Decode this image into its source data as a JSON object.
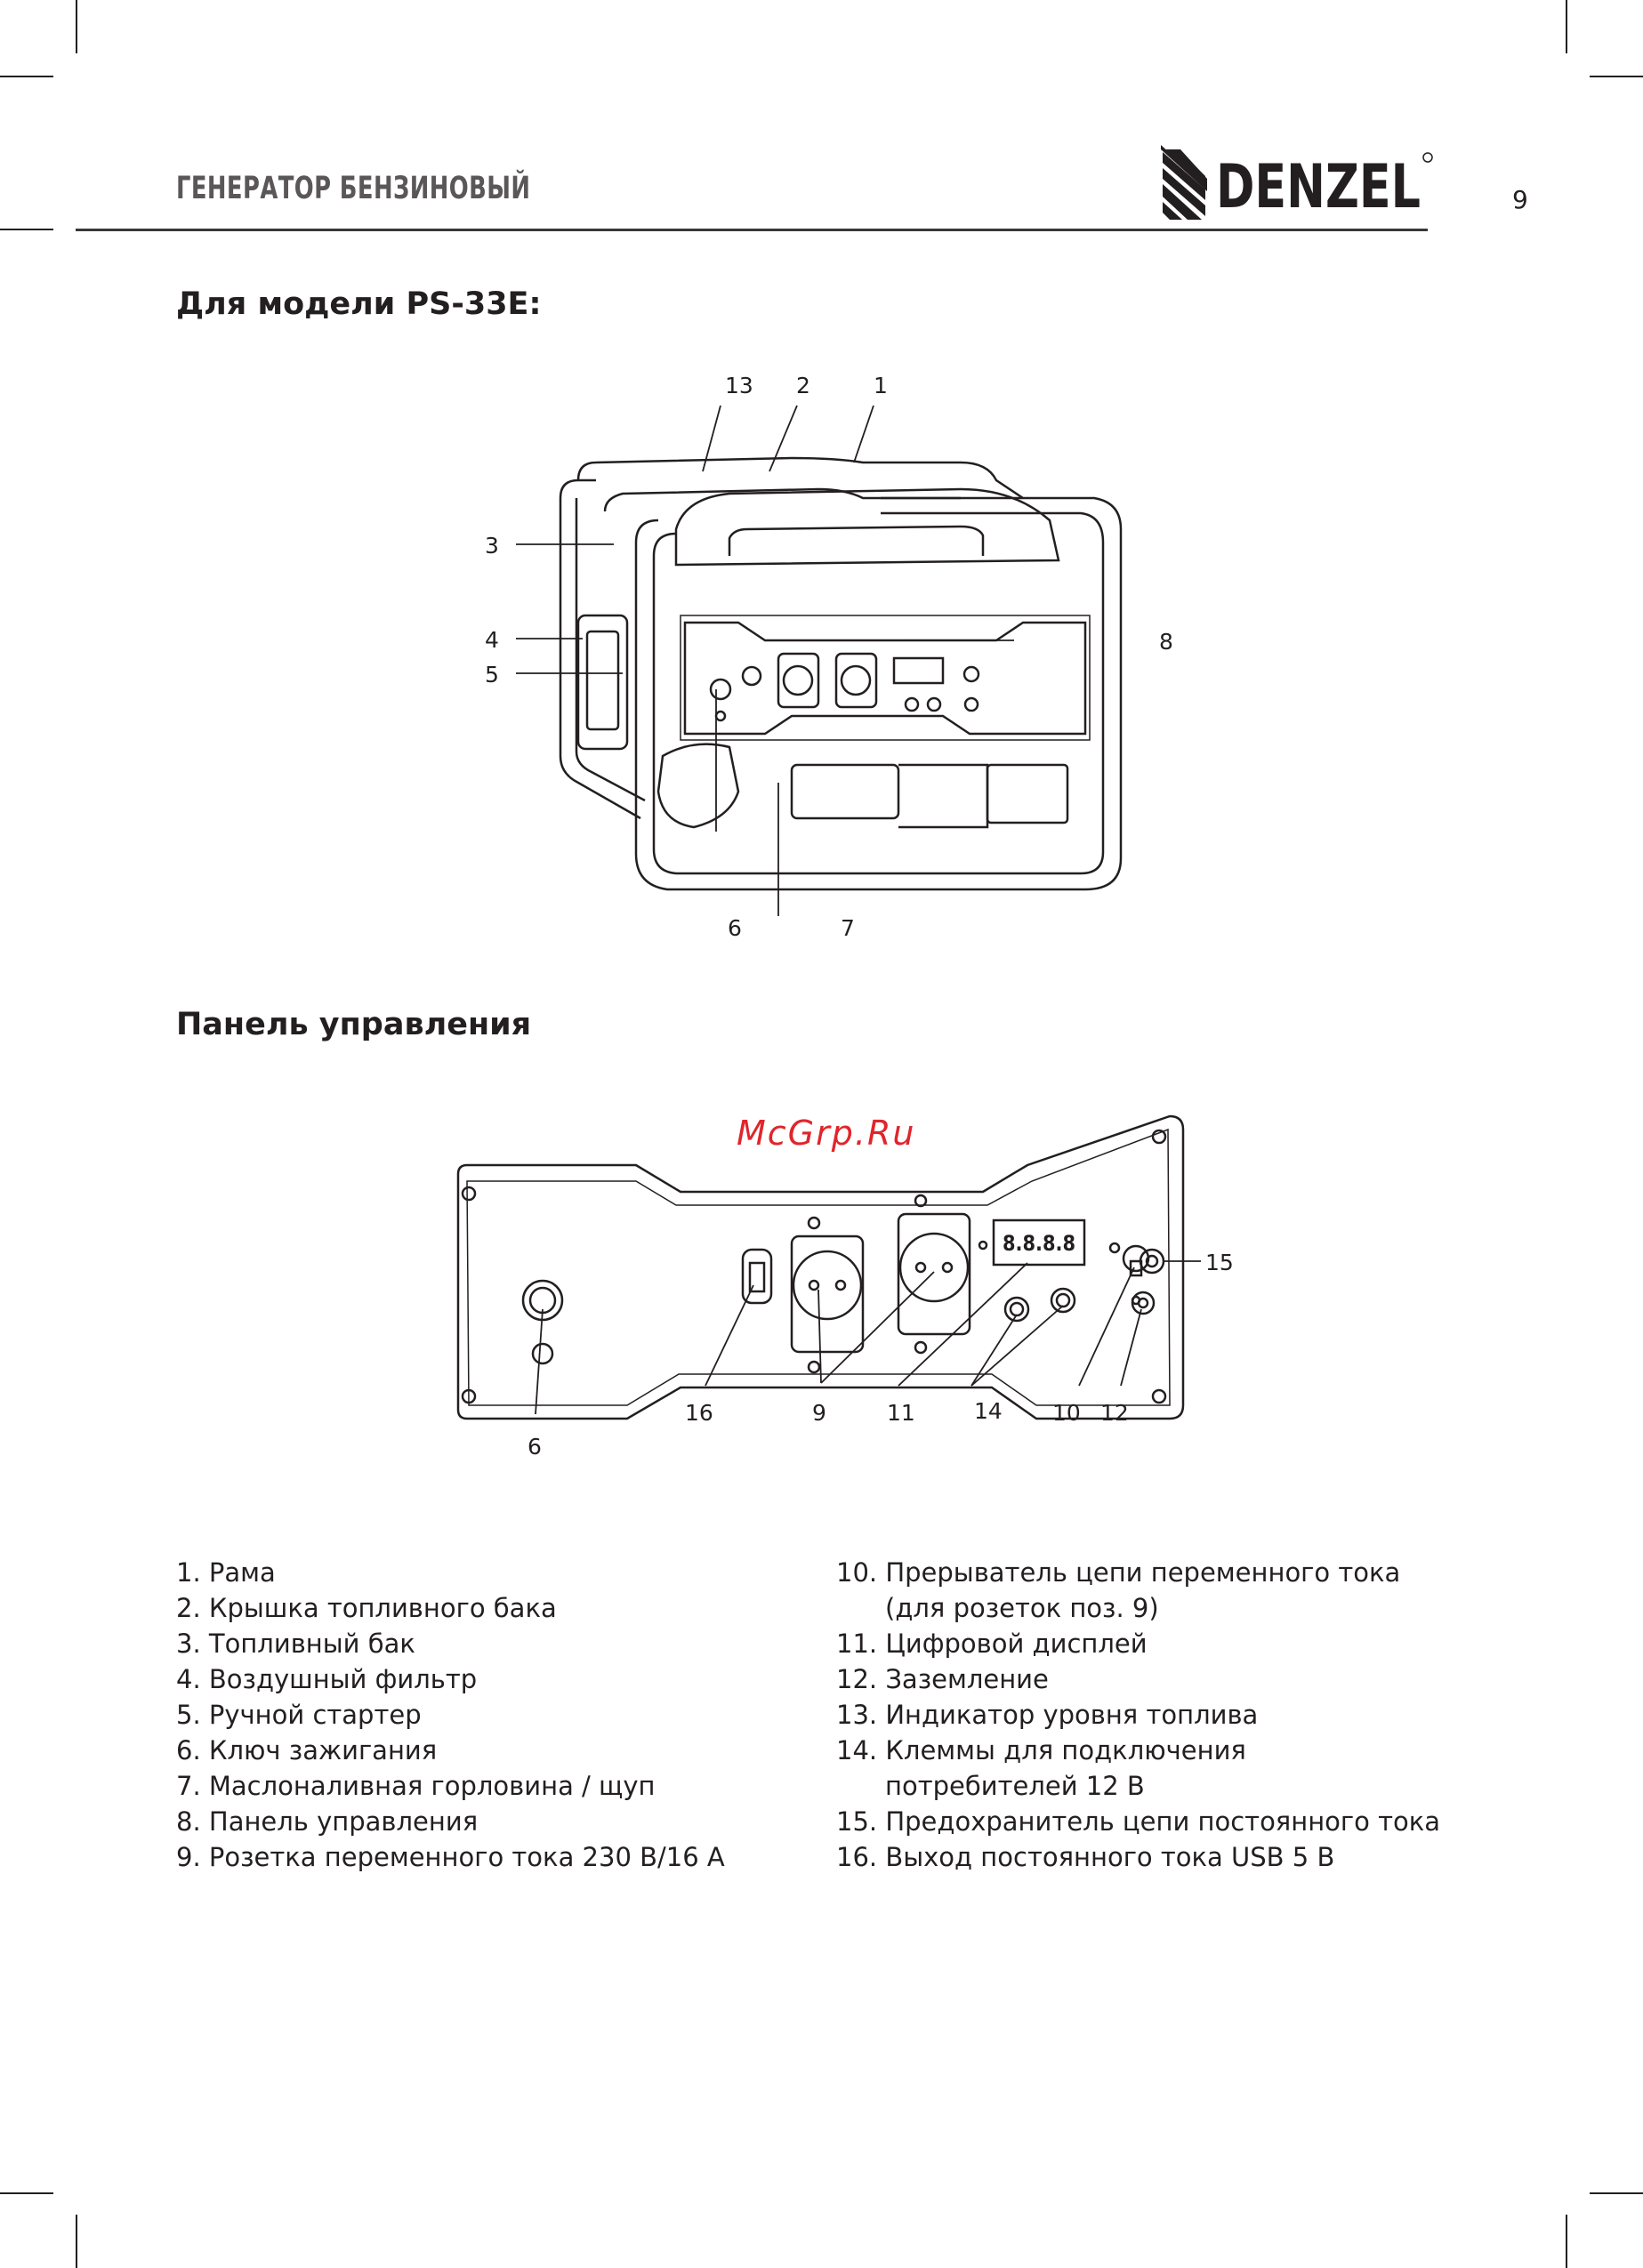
{
  "header": {
    "title": "ГЕНЕРАТОР БЕНЗИНОВЫЙ",
    "brand": "DENZEL",
    "page_number": "9"
  },
  "watermark": "McGrp.Ru",
  "section_model": {
    "title": "Для модели PS-33E:",
    "callouts": [
      "13",
      "2",
      "1",
      "3",
      "4",
      "5",
      "8",
      "6",
      "7"
    ]
  },
  "section_panel": {
    "title": "Панель управления",
    "callouts": [
      "15",
      "16",
      "9",
      "11",
      "14",
      "10",
      "12",
      "6"
    ],
    "display_text": "8.8.8.8"
  },
  "legend_left": [
    "1.  Рама",
    "2.  Крышка топливного бака",
    "3.  Топливный бак",
    "4.  Воздушный фильтр",
    "5.  Ручной стартер",
    "6.  Ключ зажигания",
    "7.  Маслоналивная горловина / щуп",
    "8.  Панель управления",
    "9.  Розетка переменного тока 230 В/16 А"
  ],
  "legend_right": [
    "10.  Прерыватель цепи переменного тока",
    "(для розеток поз. 9)",
    "11.  Цифровой дисплей",
    "12.  Заземление",
    "13.  Индикатор уровня топлива",
    "14.  Клеммы для подключения",
    "потребителей 12 В",
    "15.  Предохранитель цепи постоянного тока",
    "16.  Выход постоянного тока USB 5 В"
  ]
}
